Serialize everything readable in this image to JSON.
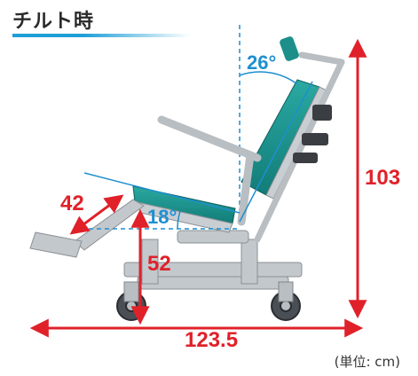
{
  "title": "チルト時",
  "dimensions": {
    "height_total": "103",
    "length_total": "123.5",
    "legrest_length": "42",
    "seat_height": "52",
    "backrest_angle": "26°",
    "seat_angle": "18°"
  },
  "unit_note": "(単位: cm)",
  "colors": {
    "dimension_red": "#e0212a",
    "angle_blue": "#1e8fd0",
    "upholstery_teal": "#1c8f8a",
    "frame_gray": "#b9bec3"
  }
}
